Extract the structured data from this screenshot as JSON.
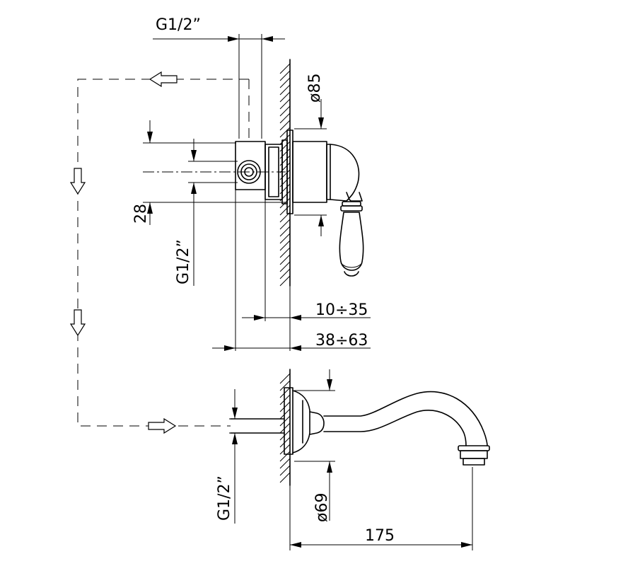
{
  "dimensions": {
    "top_thread": "G1/2”",
    "top_diameter": "ø85",
    "side_height": "28",
    "side_thread": "G1/2”",
    "depth_short": "10÷35",
    "depth_long": "38÷63",
    "spout_diameter": "ø69",
    "spout_thread": "G1/2”",
    "spout_length": "175"
  }
}
